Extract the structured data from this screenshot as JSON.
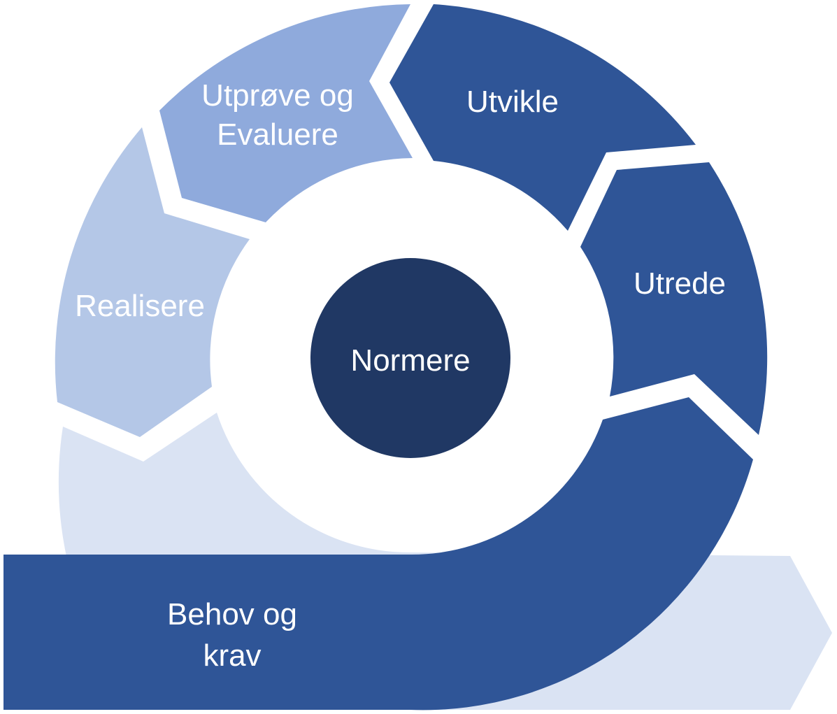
{
  "center": {
    "label": "Normere"
  },
  "stages": {
    "behov": {
      "line1": "Behov og",
      "line2": "krav"
    },
    "utrede": {
      "label": "Utrede"
    },
    "utvikle": {
      "label": "Utvikle"
    },
    "utprove": {
      "line1": "Utprøve og",
      "line2": "Evaluere"
    },
    "realisere": {
      "label": "Realisere"
    }
  },
  "colors": {
    "dark_blue": "#2f5597",
    "navy": "#203864",
    "medium_blue": "#8faadc",
    "light_blue": "#b4c7e7",
    "pale_blue": "#dae3f3"
  }
}
